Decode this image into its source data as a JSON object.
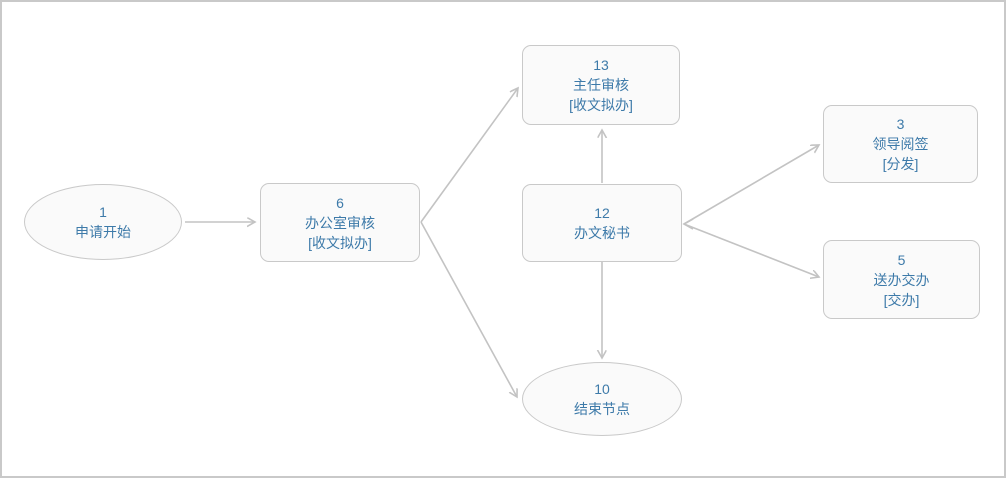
{
  "diagram": {
    "title": "workflow-designer-canvas",
    "colors": {
      "node_text": "#3d7aa9",
      "node_border": "#c9c9c9",
      "node_fill": "#fafafa",
      "edge": "#c3c3c3",
      "canvas_border": "#c9c9c9",
      "background": "#ffffff"
    },
    "nodes": {
      "start": {
        "id": "1",
        "label": "申请开始",
        "bracket": "",
        "shape": "ellipse"
      },
      "office_review": {
        "id": "6",
        "label": "办公室审核",
        "bracket": "[收文拟办]",
        "shape": "rect"
      },
      "director_review": {
        "id": "13",
        "label": "主任审核",
        "bracket": "[收文拟办]",
        "shape": "rect"
      },
      "doc_secretary": {
        "id": "12",
        "label": "办文秘书",
        "bracket": "",
        "shape": "rect"
      },
      "leader_sign": {
        "id": "3",
        "label": "领导阅签",
        "bracket": "[分发]",
        "shape": "rect"
      },
      "dispatch": {
        "id": "5",
        "label": "送办交办",
        "bracket": "[交办]",
        "shape": "rect"
      },
      "end": {
        "id": "10",
        "label": "结束节点",
        "bracket": "",
        "shape": "ellipse"
      }
    },
    "edges": [
      {
        "id": "1-6",
        "from": "1",
        "to": "6",
        "arrowheads": "end"
      },
      {
        "id": "6-13",
        "from": "6",
        "to": "13",
        "arrowheads": "end"
      },
      {
        "id": "6-10",
        "from": "6",
        "to": "10",
        "arrowheads": "end"
      },
      {
        "id": "12-13",
        "from": "12",
        "to": "13",
        "arrowheads": "end"
      },
      {
        "id": "12-10",
        "from": "12",
        "to": "10",
        "arrowheads": "end"
      },
      {
        "id": "12-3",
        "from": "12",
        "to": "3",
        "arrowheads": "both"
      },
      {
        "id": "12-5",
        "from": "12",
        "to": "5",
        "arrowheads": "end"
      }
    ]
  }
}
